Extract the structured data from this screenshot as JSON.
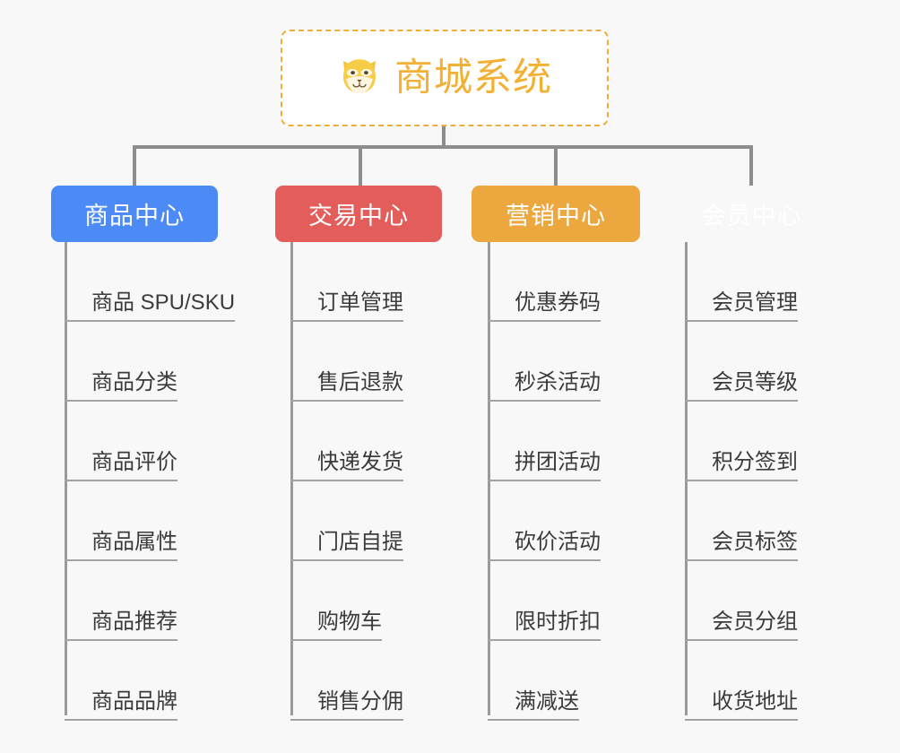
{
  "page": {
    "background_color": "#f8f8f8",
    "type": "org-chart",
    "orientation": "top-down"
  },
  "root": {
    "title": "商城系统",
    "icon": "shiba-dog-emoji",
    "border_color": "#f0ad3c",
    "text_color": "#f2b134",
    "background_color": "#ffffff",
    "border_style": "dashed"
  },
  "connector": {
    "color": "#8d8d8d"
  },
  "columns": [
    {
      "title": "商品中心",
      "color": "#4c8bf5",
      "text_color": "#ffffff",
      "items": [
        "商品 SPU/SKU",
        "商品分类",
        "商品评价",
        "商品属性",
        "商品推荐",
        "商品品牌"
      ]
    },
    {
      "title": "交易中心",
      "color": "#e35d5b",
      "text_color": "#ffffff",
      "items": [
        "订单管理",
        "售后退款",
        "快递发货",
        "门店自提",
        "购物车",
        "销售分佣"
      ]
    },
    {
      "title": "营销中心",
      "color": "#eca73e",
      "text_color": "#ffffff",
      "items": [
        "优惠券码",
        "秒杀活动",
        "拼团活动",
        "砍价活动",
        "限时折扣",
        "满减送"
      ]
    },
    {
      "title": "会员中心",
      "color": "#78c council",
      "text_color": "#ffffff",
      "items": [
        "会员管理",
        "会员等级",
        "积分签到",
        "会员标签",
        "会员分组",
        "收货地址"
      ]
    }
  ],
  "item_style": {
    "underline_color": "#a3a3a3",
    "text_color": "#3b3b3b"
  }
}
